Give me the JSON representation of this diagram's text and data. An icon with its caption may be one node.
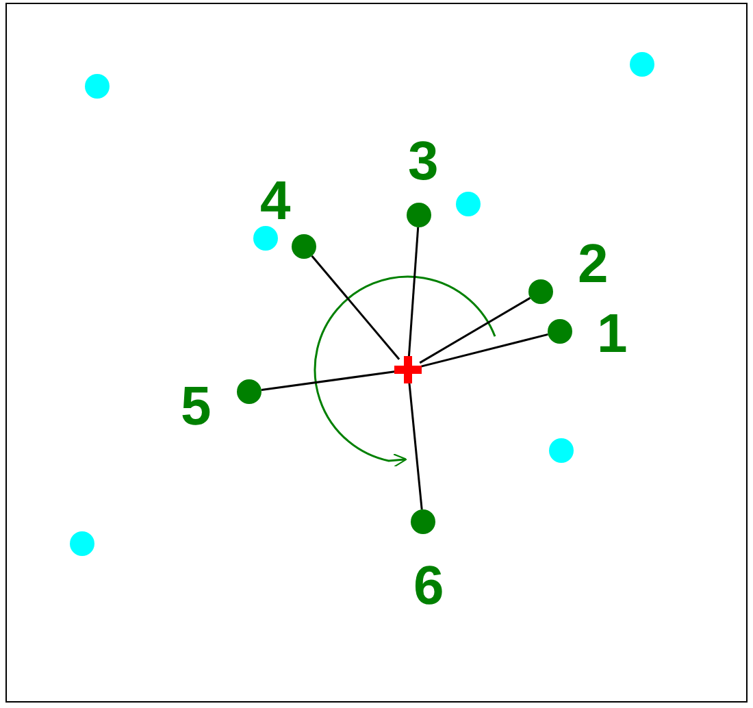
{
  "diagram": {
    "nodes": [
      {
        "text": [],
        "shape": "circle"
      },
      {
        "text": [],
        "shape": "circle"
      },
      {
        "text": [],
        "shape": "circle",
        "beside": [
          "3"
        ]
      },
      {
        "text": [],
        "shape": "circle"
      },
      {
        "text": [],
        "shape": "circle",
        "beside": [
          "4"
        ]
      },
      {
        "text": [],
        "shape": "circle"
      },
      {
        "text": [],
        "shape": "circle",
        "beside": [
          "2"
        ]
      },
      {
        "text": [],
        "shape": "circle",
        "beside": [
          "1"
        ]
      },
      {
        "text": [],
        "shape": "cross"
      },
      {
        "text": [],
        "shape": "circle",
        "beside": [
          "5"
        ]
      },
      {
        "text": [],
        "shape": "circle"
      },
      {
        "text": [],
        "shape": "circle"
      },
      {
        "text": [],
        "shape": "circle",
        "beside": [
          "6"
        ]
      }
    ],
    "edges": [
      {
        "from": 8,
        "to": 7,
        "arrow": "none"
      },
      {
        "from": 8,
        "to": 6,
        "arrow": "none"
      },
      {
        "from": 8,
        "to": 2,
        "arrow": "none"
      },
      {
        "from": 8,
        "to": 4,
        "arrow": "none"
      },
      {
        "from": 8,
        "to": 9,
        "arrow": "none"
      },
      {
        "from": 8,
        "to": 12,
        "arrow": "none"
      }
    ]
  }
}
